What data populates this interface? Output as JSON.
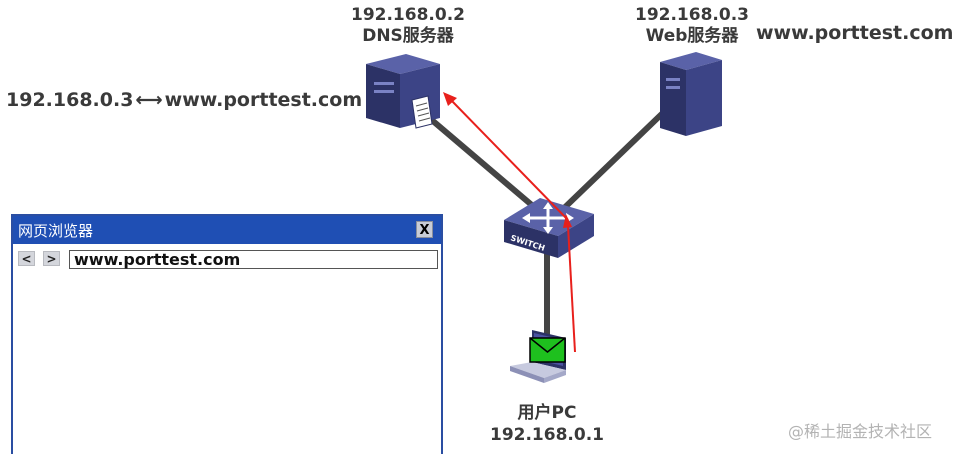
{
  "dns_server": {
    "ip": "192.168.0.2",
    "name": "DNS服务器"
  },
  "web_server": {
    "ip": "192.168.0.3",
    "name": "Web服务器",
    "domain": "www.porttest.com"
  },
  "dns_record": {
    "ip": "192.168.0.3",
    "arrow": "⟷",
    "domain": "www.porttest.com"
  },
  "switch": {
    "label": "SWITCH"
  },
  "user_pc": {
    "name": "用户PC",
    "ip": "192.168.0.1"
  },
  "browser": {
    "title": "网页浏览器",
    "close_label": "X",
    "back_label": "<",
    "forward_label": ">",
    "address": "www.porttest.com"
  },
  "colors": {
    "link_line": "#444444",
    "request_arrow": "#e8201c",
    "envelope": "#1ec01e",
    "window_blue": "#1f4fb4",
    "device_navy": "#2c3266"
  },
  "watermark": "@稀土掘金技术社区"
}
